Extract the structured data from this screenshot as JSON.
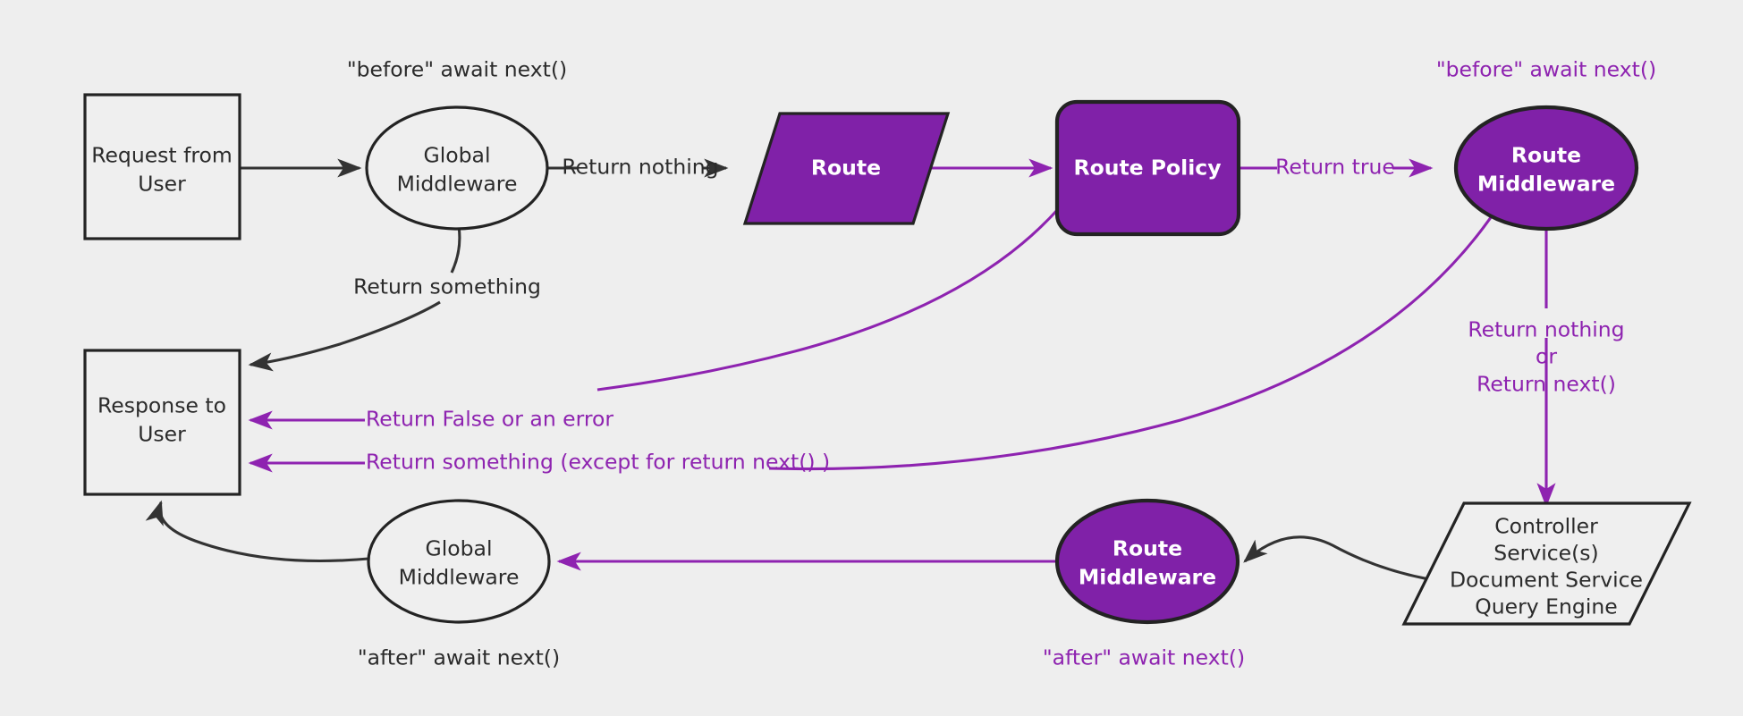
{
  "diagram": {
    "title": "Middleware request/response lifecycle flowchart",
    "background_color": "#eeeeee",
    "accent_purple": "#8021a8",
    "line_purple": "#8e23b0",
    "line_dark": "#333333",
    "nodes": {
      "request_from_user": {
        "line1": "Request from",
        "line2": "User",
        "shape": "rectangle",
        "fill": "#efefef"
      },
      "global_middleware_top": {
        "line1": "Global",
        "line2": "Middleware",
        "shape": "ellipse",
        "fill": "#efefef"
      },
      "route": {
        "line1": "Route",
        "shape": "parallelogram",
        "fill": "#8021a8"
      },
      "route_policy": {
        "line1": "Route Policy",
        "shape": "rounded-rectangle",
        "fill": "#8021a8"
      },
      "route_middleware_top": {
        "line1": "Route",
        "line2": "Middleware",
        "shape": "ellipse",
        "fill": "#8021a8"
      },
      "controller_stack": {
        "line1": "Controller",
        "line2": "Service(s)",
        "line3": "Document Service",
        "line4": "Query Engine",
        "shape": "parallelogram",
        "fill": "#efefef"
      },
      "route_middleware_bottom": {
        "line1": "Route",
        "line2": "Middleware",
        "shape": "ellipse",
        "fill": "#8021a8"
      },
      "global_middleware_bottom": {
        "line1": "Global",
        "line2": "Middleware",
        "shape": "ellipse",
        "fill": "#efefef"
      },
      "response_to_user": {
        "line1": "Response to",
        "line2": "User",
        "shape": "rectangle",
        "fill": "#efefef"
      }
    },
    "annotations": {
      "before_await_next_global": "\"before\" await next()",
      "before_await_next_route": "\"before\" await next()",
      "after_await_next_global": "\"after\" await next()",
      "after_await_next_route": "\"after\" await next()"
    },
    "edge_labels": {
      "return_nothing_global": "Return nothing",
      "return_something_global": "Return something",
      "return_true": "Return true",
      "return_false_or_error": "Return False or an error",
      "return_something_except_next": "Return something (except for return next() )",
      "return_nothing_or_next_line1": "Return nothing",
      "return_nothing_or_next_line2": "or",
      "return_nothing_or_next_line3": "Return next()"
    }
  }
}
